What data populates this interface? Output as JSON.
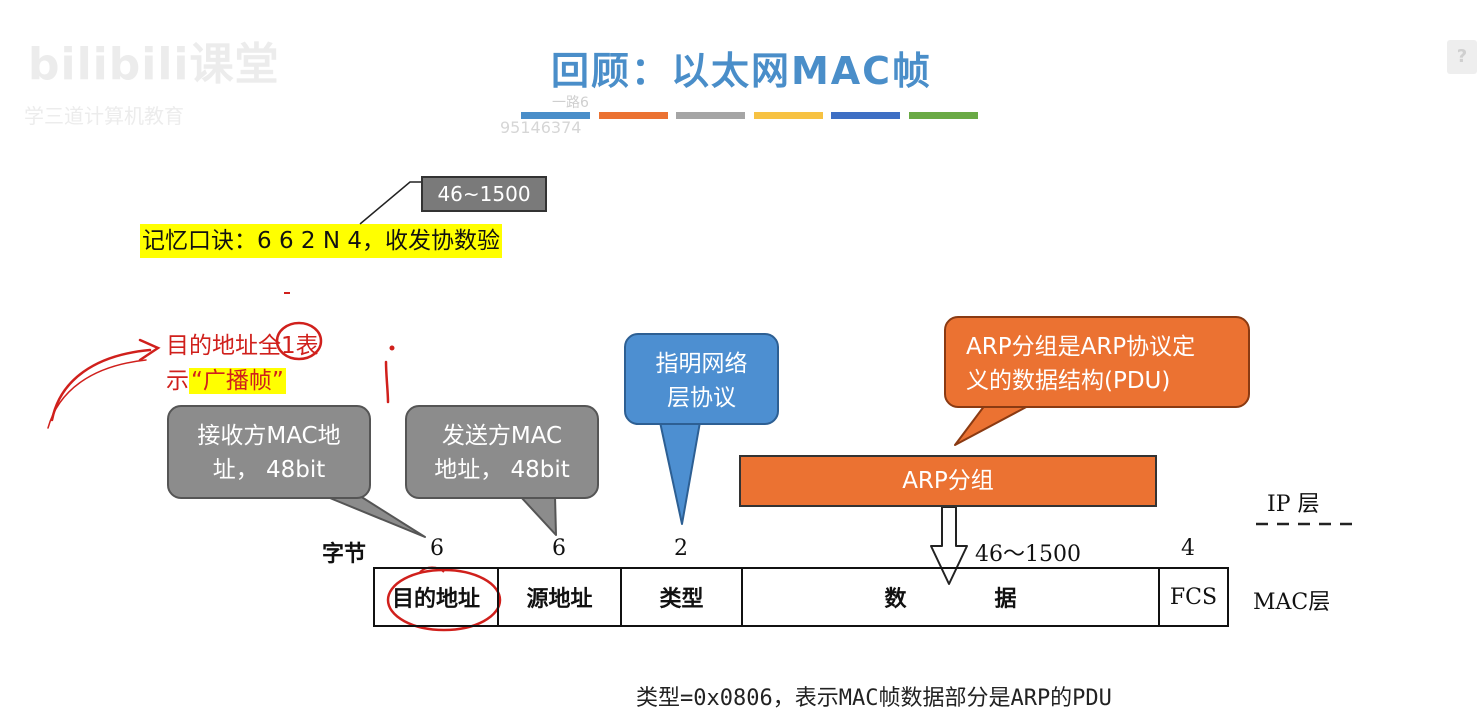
{
  "watermark": {
    "logo": "bilibili课堂",
    "subtitle": "学三道计算机教育",
    "id_top": "一路6",
    "id_bottom": "95146374"
  },
  "title": "回顾：以太网MAC帧",
  "title_bar_colors": [
    "#4a8ec9",
    "#eb7232",
    "#a5a5a5",
    "#f7c242",
    "#3e6fc4",
    "#6aaa45"
  ],
  "mnemonic": {
    "range_label": "46~1500",
    "text": "记忆口诀：6 6 2 N 4，收发协数验"
  },
  "broadcast_note": {
    "line1": "目的地址全1表",
    "line2_prefix": "示",
    "line2_highlight": "“广播帧”"
  },
  "callouts": {
    "dest": {
      "line1": "接收方MAC地",
      "line2": "址， 48bit"
    },
    "src": {
      "line1": "发送方MAC",
      "line2": "地址， 48bit"
    },
    "type": {
      "line1": "指明网络",
      "line2": "层协议"
    },
    "arp": {
      "line1": "ARP分组是ARP协议定",
      "line2": "义的数据结构(PDU)"
    }
  },
  "arp_group_label": "ARP分组",
  "ip_layer_label": "IP 层",
  "mac_layer_label": "MAC层",
  "byte_label": "字节",
  "byte_sizes": {
    "dest": "6",
    "src": "6",
    "type": "2",
    "data": "46～1500",
    "fcs": "4"
  },
  "frame_fields": {
    "dest": "目的地址",
    "src": "源地址",
    "type": "类型",
    "data_1": "数",
    "data_2": "据",
    "fcs": "FCS"
  },
  "footer_note": "类型=0x0806，表示MAC帧数据部分是ARP的PDU",
  "colors": {
    "title": "#4a8ec9",
    "highlight": "#ffff00",
    "note_red": "#d0201c",
    "callout_gray": "#8c8c8c",
    "callout_blue": "#4d8fd1",
    "callout_orange": "#eb7232"
  }
}
